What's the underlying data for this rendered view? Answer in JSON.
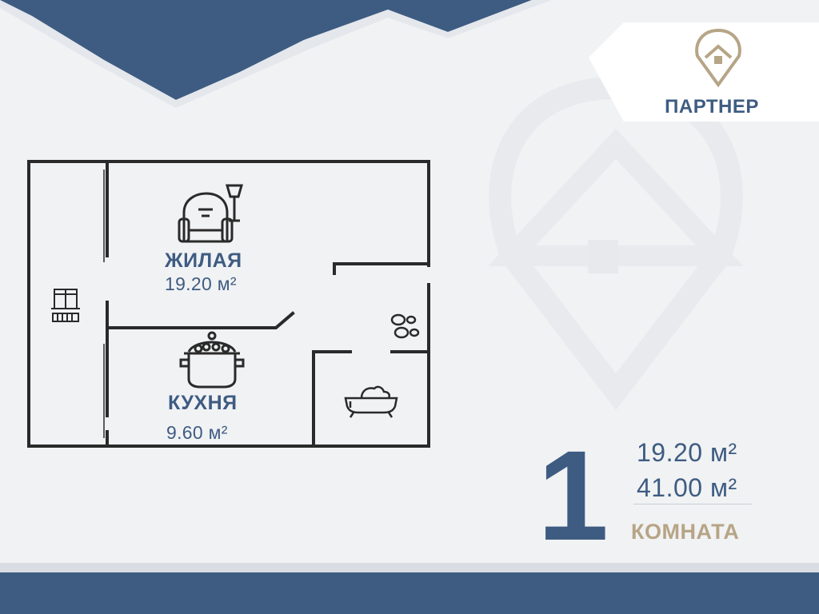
{
  "brand": {
    "label": "ПАРТНЕР",
    "accent_color": "#b6a586",
    "primary_color": "#3e5c82"
  },
  "plan": {
    "living": {
      "title": "ЖИЛАЯ",
      "area": "19.20 м²"
    },
    "kitchen": {
      "title": "КУХНЯ",
      "area": "9.60 м²"
    },
    "icons": [
      "armchair-lamp-icon",
      "cooking-pot-icon",
      "bathtub-icon",
      "footprints-icon",
      "balcony-icon"
    ]
  },
  "summary": {
    "rooms_count": "1",
    "living_area": "19.20 м²",
    "total_area": "41.00 м²",
    "rooms_word": "КОМНАТА"
  }
}
